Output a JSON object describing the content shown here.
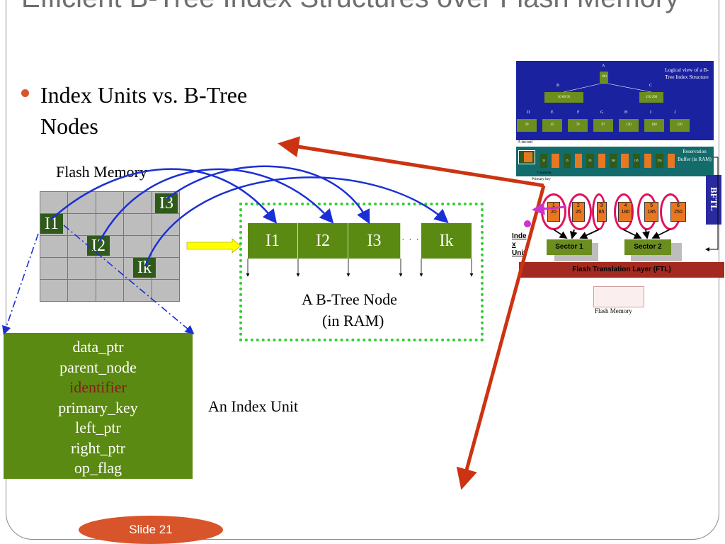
{
  "title": "Efficient B-Tree Index Structures over Flash Memory",
  "bullet": "Index Units vs. B-Tree Nodes",
  "flash_memory_label": "Flash Memory",
  "grid_units": {
    "i1": "I1",
    "i2": "I2",
    "i3": "I3",
    "ik": "Ik"
  },
  "node": {
    "cells": [
      "I1",
      "I2",
      "I3",
      "Ik"
    ],
    "ellipsis": "· · ·",
    "caption_line1": "A B-Tree Node",
    "caption_line2": "(in RAM)"
  },
  "index_unit": {
    "fields": [
      "data_ptr",
      "parent_node",
      "identifier",
      "primary_key",
      "left_ptr",
      "right_ptr",
      "op_flag"
    ],
    "highlight_field": "identifier",
    "caption": "An Index Unit"
  },
  "figure": {
    "logical_view": "Logical view of a B-Tree Index Structure",
    "tree_letters": [
      "A",
      "B",
      "C",
      "D",
      "E",
      "F",
      "G",
      "H",
      "I",
      "J"
    ],
    "root_value": "100",
    "node_b": "30  60  95",
    "node_c": "150  200",
    "leaf_values": [
      "20",
      "45",
      "70",
      "97",
      "120",
      "180",
      "220"
    ],
    "a_record": "A record",
    "contents": "Contents",
    "primary_key": "Primary key",
    "buffer_values": [
      "20",
      "25",
      "85",
      "180",
      "185",
      "250"
    ],
    "reservation_buffer": "Reservation Buffer (in RAM)",
    "bftl": "BFTL",
    "ellipse_nums": [
      "1",
      "2",
      "3",
      "4",
      "5",
      "6"
    ],
    "ellipse_vals": [
      "20",
      "25",
      "85",
      "180",
      "185",
      "250"
    ],
    "index_unit_label": "Inde x Unit",
    "sector1": "Sector 1",
    "sector2": "Sector 2",
    "ftl": "Flash Translation Layer (FTL)",
    "flash_memory": "Flash Memory"
  },
  "slide_number": "Slide 21",
  "colors": {
    "accent": "#d8542a",
    "green": "#5b8a12",
    "dark_green": "#2f5a1a",
    "arrow_blue": "#1a2fd6",
    "arrow_red": "#cc3311"
  }
}
